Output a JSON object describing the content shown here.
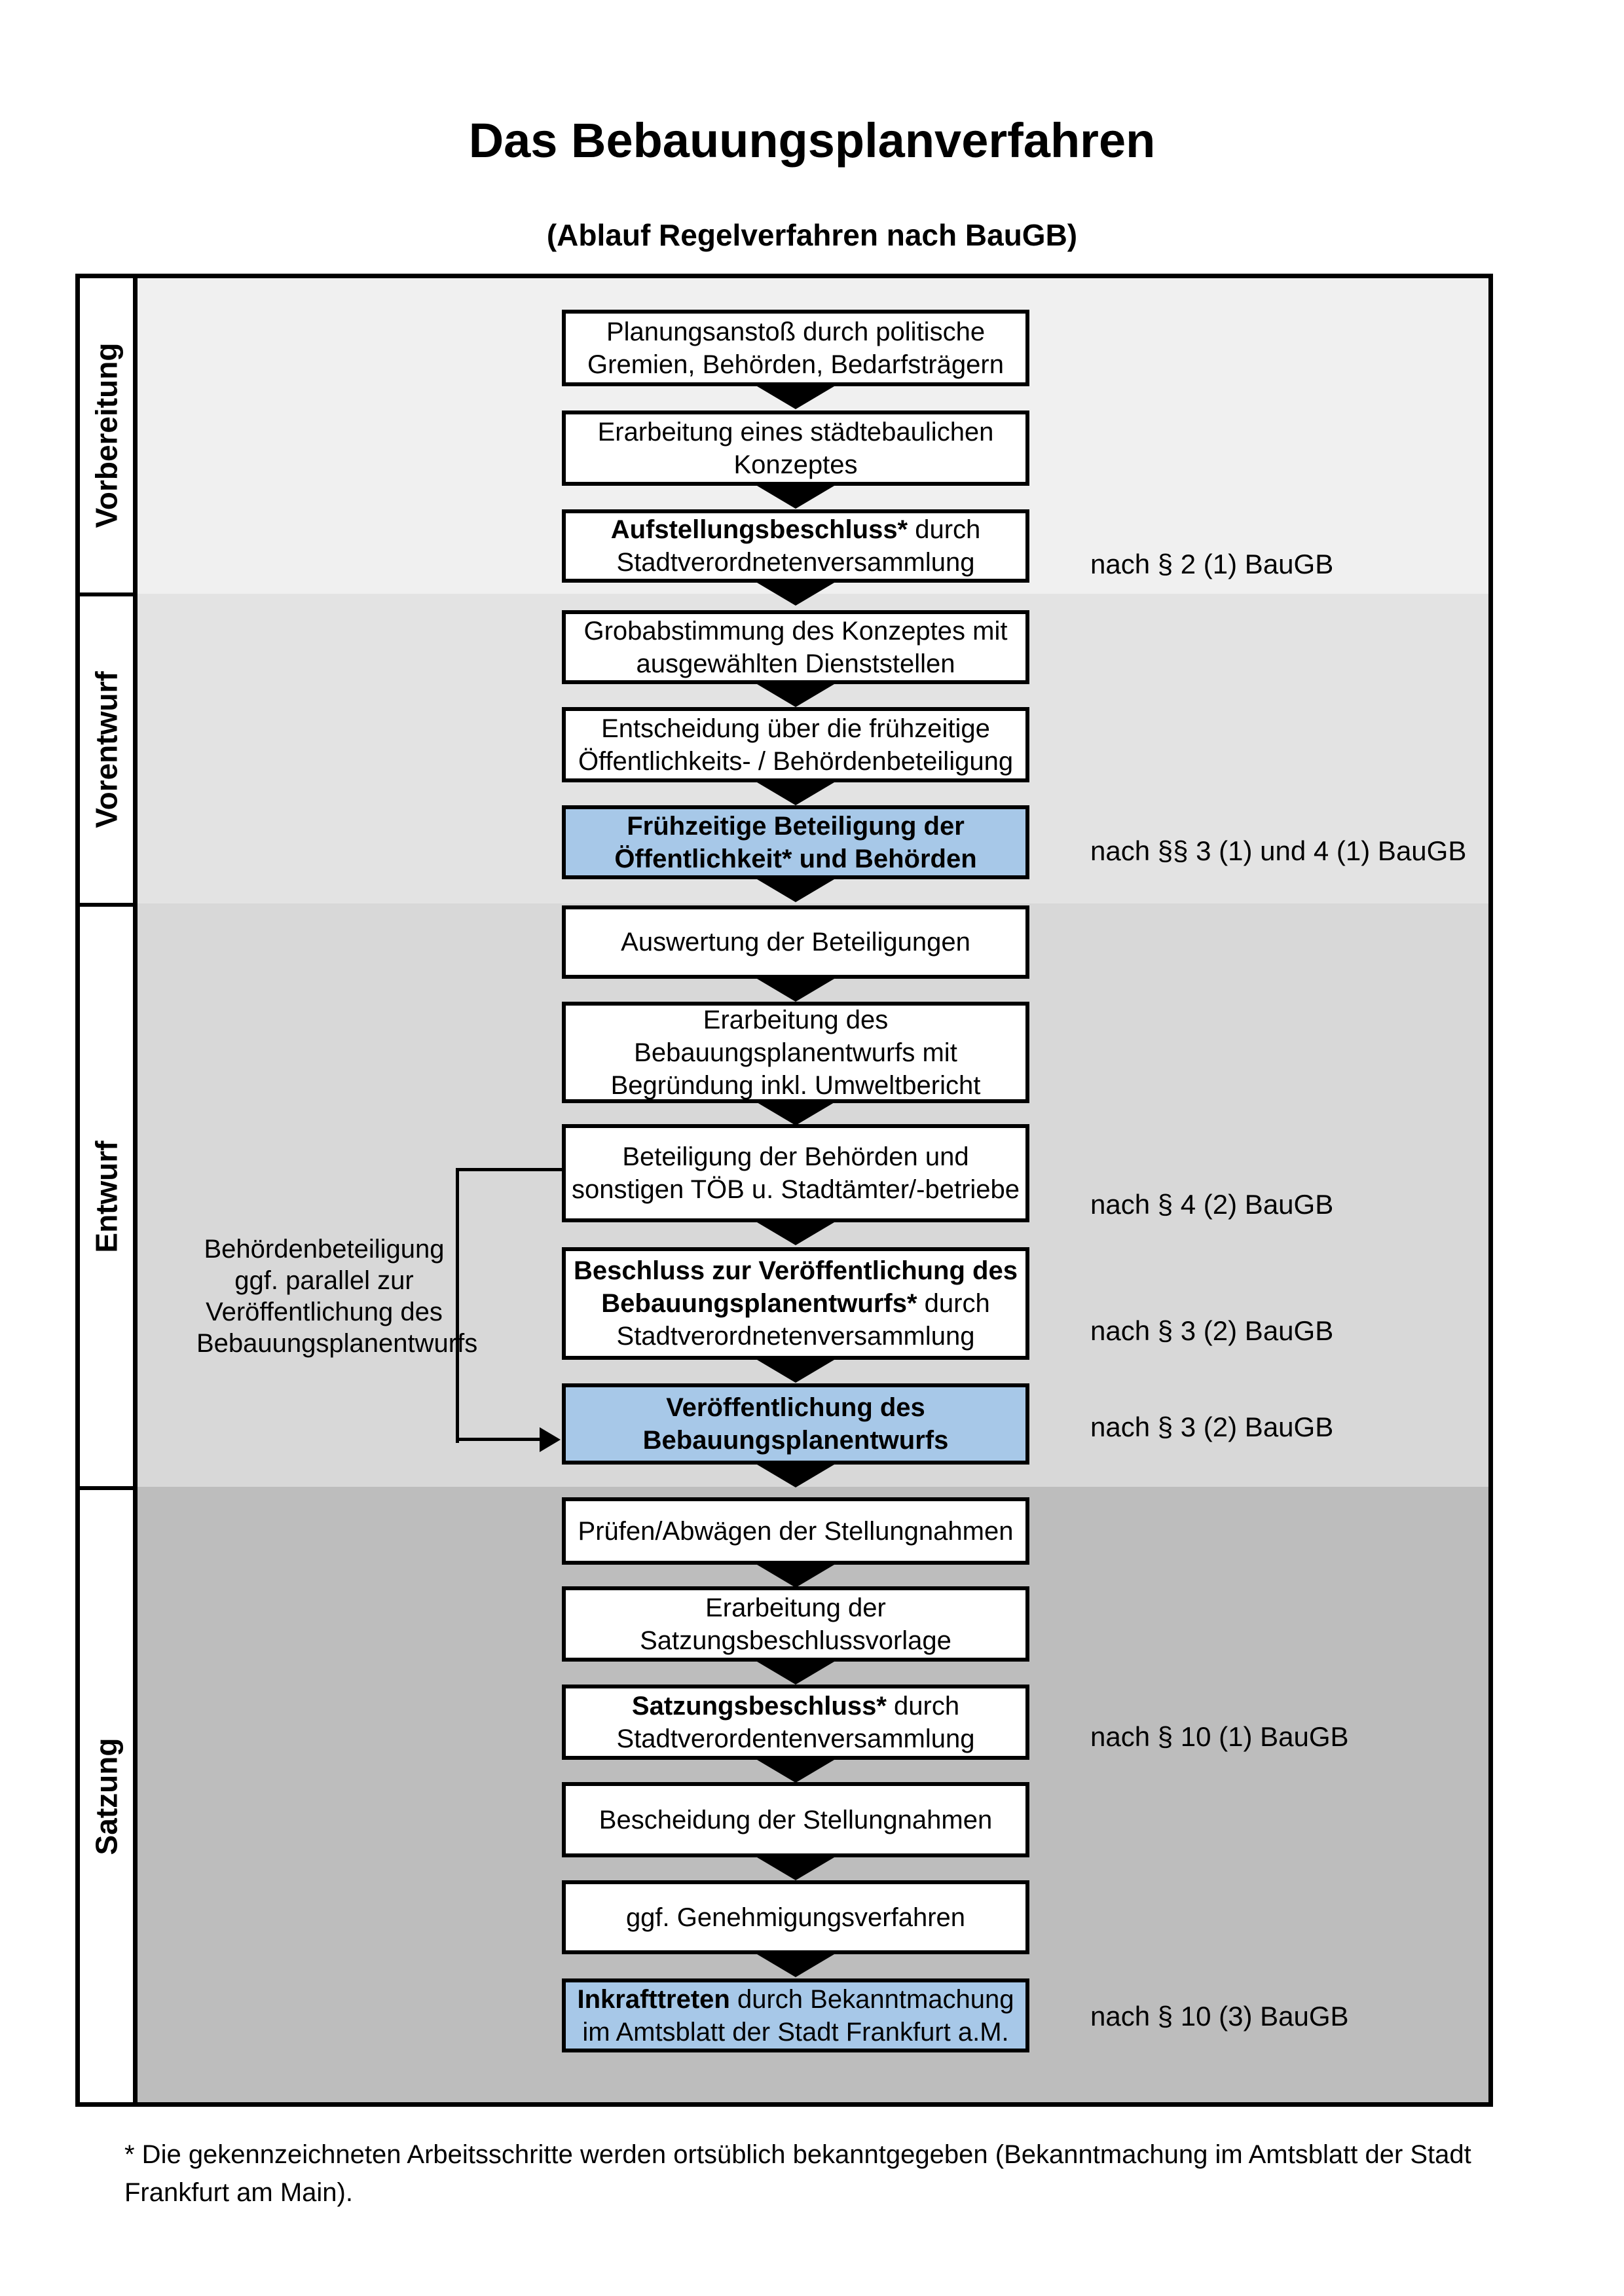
{
  "page": {
    "title": "Das Bebauungsplanverfahren",
    "subtitle": "(Ablauf Regelverfahren nach BauGB)"
  },
  "sections": [
    {
      "label": "Vorbereitung"
    },
    {
      "label": "Vorentwurf"
    },
    {
      "label": "Entwurf"
    },
    {
      "label": "Satzung"
    }
  ],
  "steps": [
    {
      "bold": "",
      "rest": "Planungsanstoß durch politische\nGremien, Behörden, Bedarfsträgern",
      "highlight": false
    },
    {
      "bold": "",
      "rest": "Erarbeitung eines städtebaulichen\nKonzeptes",
      "highlight": false
    },
    {
      "bold": "Aufstellungsbeschluss*",
      "rest": " durch\nStadtverordnetenversammlung",
      "highlight": false
    },
    {
      "bold": "",
      "rest": "Grobabstimmung des Konzeptes mit\nausgewählten Dienststellen",
      "highlight": false
    },
    {
      "bold": "",
      "rest": "Entscheidung über die frühzeitige\nÖffentlichkeits- / Behördenbeteiligung",
      "highlight": false
    },
    {
      "bold": "Frühzeitige Beteiligung der\nÖffentlichkeit* und Behörden",
      "rest": "",
      "highlight": true
    },
    {
      "bold": "",
      "rest": "Auswertung der Beteiligungen",
      "highlight": false
    },
    {
      "bold": "",
      "rest": "Erarbeitung des\nBebauungsplanentwurfs mit\nBegründung inkl. Umweltbericht",
      "highlight": false
    },
    {
      "bold": "",
      "rest": "Beteiligung der Behörden und\nsonstigen TÖB u. Stadtämter/-betriebe",
      "highlight": false
    },
    {
      "bold": "Beschluss zur Veröffentlichung des\nBebauungsplanentwurfs*",
      "rest": " durch\nStadtverordnetenversammlung",
      "highlight": false
    },
    {
      "bold": "Veröffentlichung des\nBebauungsplanentwurfs",
      "rest": "",
      "highlight": true
    },
    {
      "bold": "",
      "rest": "Prüfen/Abwägen der Stellungnahmen",
      "highlight": false
    },
    {
      "bold": "",
      "rest": "Erarbeitung der\nSatzungsbeschlussvorlage",
      "highlight": false
    },
    {
      "bold": "Satzungsbeschluss*",
      "rest": " durch\nStadtverordentenversammlung",
      "highlight": false
    },
    {
      "bold": "",
      "rest": "Bescheidung der Stellungnahmen",
      "highlight": false
    },
    {
      "bold": "",
      "rest": "ggf. Genehmigungsverfahren",
      "highlight": false
    },
    {
      "bold": "Inkrafttreten",
      "rest": " durch Bekanntmachung\nim Amtsblatt der Stadt Frankfurt a.M.",
      "highlight": true
    }
  ],
  "law_references": [
    {
      "text": "nach § 2 (1) BauGB"
    },
    {
      "text": "nach §§ 3 (1) und 4 (1) BauGB"
    },
    {
      "text": "nach § 4 (2) BauGB"
    },
    {
      "text": "nach § 3 (2) BauGB"
    },
    {
      "text": "nach § 3 (2) BauGB"
    },
    {
      "text": "nach § 10 (1) BauGB"
    },
    {
      "text": "nach § 10 (3) BauGB"
    }
  ],
  "side_note": {
    "text": "Behördenbeteiligung\nggf. parallel zur\nVeröffentlichung des\nBebauungsplanentwurfs"
  },
  "footnote": {
    "text": "* Die gekennzeichneten Arbeitsschritte werden ortsüblich bekanntgegeben (Bekanntmachung im Amtsblatt  der Stadt\nFrankfurt am Main)."
  },
  "colors": {
    "highlight_box": "#A7C8E8",
    "box_border": "#000000",
    "section_backgrounds": [
      "#F0F0F0",
      "#E3E3E3",
      "#D8D8D8",
      "#BDBDBD"
    ]
  }
}
